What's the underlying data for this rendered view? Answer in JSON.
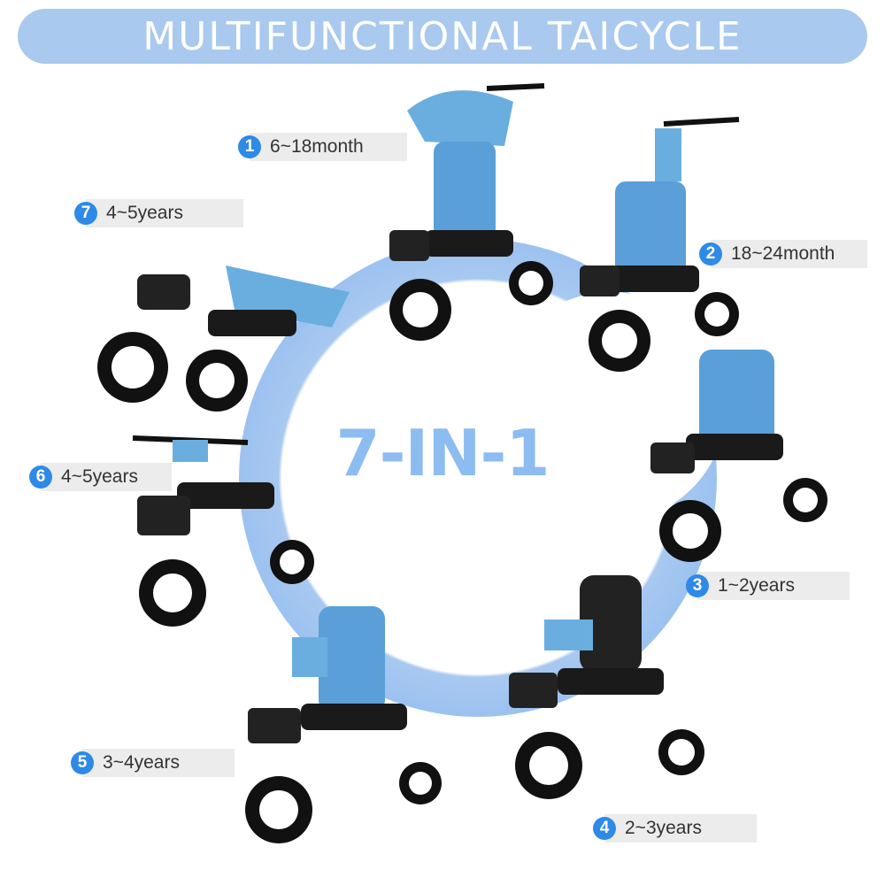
{
  "banner": {
    "title": "MULTIFUNCTIONAL TAICYCLE"
  },
  "center": {
    "text": "7-IN-1"
  },
  "modes": [
    {
      "number": "1",
      "age": "6~18month"
    },
    {
      "number": "2",
      "age": "18~24month"
    },
    {
      "number": "3",
      "age": "1~2years"
    },
    {
      "number": "4",
      "age": "2~3years"
    },
    {
      "number": "5",
      "age": "3~4years"
    },
    {
      "number": "6",
      "age": "4~5years"
    },
    {
      "number": "7",
      "age": "4~5years"
    }
  ],
  "colors": {
    "banner": "#a9c9ee",
    "accent": "#2e8ae6",
    "fabric": "#6aaee0",
    "frame": "#1a1a1a",
    "ring": "#8dbcf0"
  }
}
